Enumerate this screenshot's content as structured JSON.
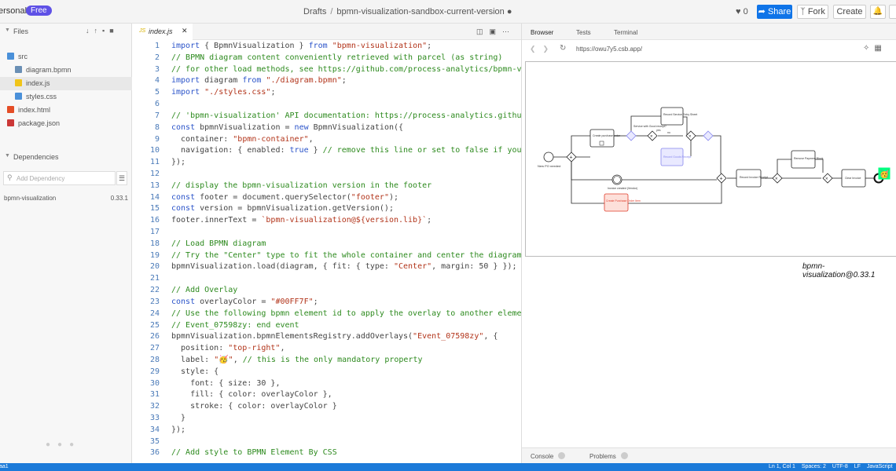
{
  "topbar": {
    "workspace": "ersonal",
    "plan_badge": "Free",
    "breadcrumb_root": "Drafts",
    "breadcrumb_sep": "/",
    "sandbox_name": "bpmn-visualization-sandbox-current-version",
    "likes": "0",
    "share_label": "Share",
    "fork_label": "Fork",
    "create_label": "Create"
  },
  "sidebar": {
    "files_header": "Files",
    "files": [
      {
        "name": "src",
        "color": "#4a90d9"
      },
      {
        "name": "diagram.bpmn",
        "color": "#6a8fb5"
      },
      {
        "name": "index.js",
        "color": "#f0c419"
      },
      {
        "name": "styles.css",
        "color": "#4a90d9"
      },
      {
        "name": "index.html",
        "color": "#e44d26"
      },
      {
        "name": "package.json",
        "color": "#cb3837"
      }
    ],
    "dependencies_header": "Dependencies",
    "dep_placeholder": "Add Dependency",
    "dependency": {
      "name": "bpmn-visualization",
      "version": "0.33.1"
    }
  },
  "editor": {
    "tab_label": "index.js",
    "lines": [
      "import { BpmnVisualization } from \"bpmn-visualization\";",
      "// BPMN diagram content conveniently retrieved with parcel (as string)",
      "// for other load methods, see https://github.com/process-analytics/bpmn-vi",
      "import diagram from \"./diagram.bpmn\";",
      "import \"./styles.css\";",
      "",
      "// 'bpmn-visualization' API documentation: https://process-analytics.github",
      "const bpmnVisualization = new BpmnVisualization({",
      "  container: \"bpmn-container\",",
      "  navigation: { enabled: true } // remove this line or set to false if you",
      "});",
      "",
      "// display the bpmn-visualization version in the footer",
      "const footer = document.querySelector(\"footer\");",
      "const version = bpmnVisualization.getVersion();",
      "footer.innerText = `bpmn-visualization@${version.lib}`;",
      "",
      "// Load BPMN diagram",
      "// Try the \"Center\" type to fit the whole container and center the diagram",
      "bpmnVisualization.load(diagram, { fit: { type: \"Center\", margin: 50 } });",
      "",
      "// Add Overlay",
      "const overlayColor = \"#00FF7F\";",
      "// Use the following bpmn element id to apply the overlay to another elemen",
      "// Event_07598zy: end event",
      "bpmnVisualization.bpmnElementsRegistry.addOverlays(\"Event_07598zy\", {",
      "  position: \"top-right\",",
      "  label: \"🥳\", // this is the only mandatory property",
      "  style: {",
      "    font: { size: 30 },",
      "    fill: { color: overlayColor },",
      "    stroke: { color: overlayColor }",
      "  }",
      "});",
      "",
      "// Add style to BPMN Element By CSS"
    ]
  },
  "browser": {
    "tabs": [
      "Browser",
      "Tests",
      "Terminal"
    ],
    "url": "https://owu7y5.csb.app/",
    "footer_text": "bpmn-visualization@0.33.1",
    "console_label": "Console",
    "problems_label": "Problems",
    "diagram": {
      "start_event_label": "New PO needed",
      "tasks": [
        "Create purchase order",
        "Record Service Entry Sheet",
        "Record Goods Receipt",
        "Record Invoice Receipt",
        "Remove Payment Block",
        "Clear Invoice",
        "Create Purchase Order Item"
      ],
      "intermediate_event_label": "Invoice created (Vendor)",
      "gateway_label": "Service with Good receipt?",
      "flow_labels": [
        "yes",
        "no"
      ],
      "overlay_emoji": "🥳",
      "overlay_color": "#00FF7F"
    }
  },
  "statusbar": {
    "left": "aa1",
    "position": "Ln 1, Col 1",
    "spaces": "Spaces: 2",
    "encoding": "UTF-8",
    "eol": "LF",
    "language": "JavaScript"
  },
  "colors": {
    "accent": "#0f74e8",
    "badge": "#5f51e6",
    "statusbar": "#1b7ad9"
  }
}
